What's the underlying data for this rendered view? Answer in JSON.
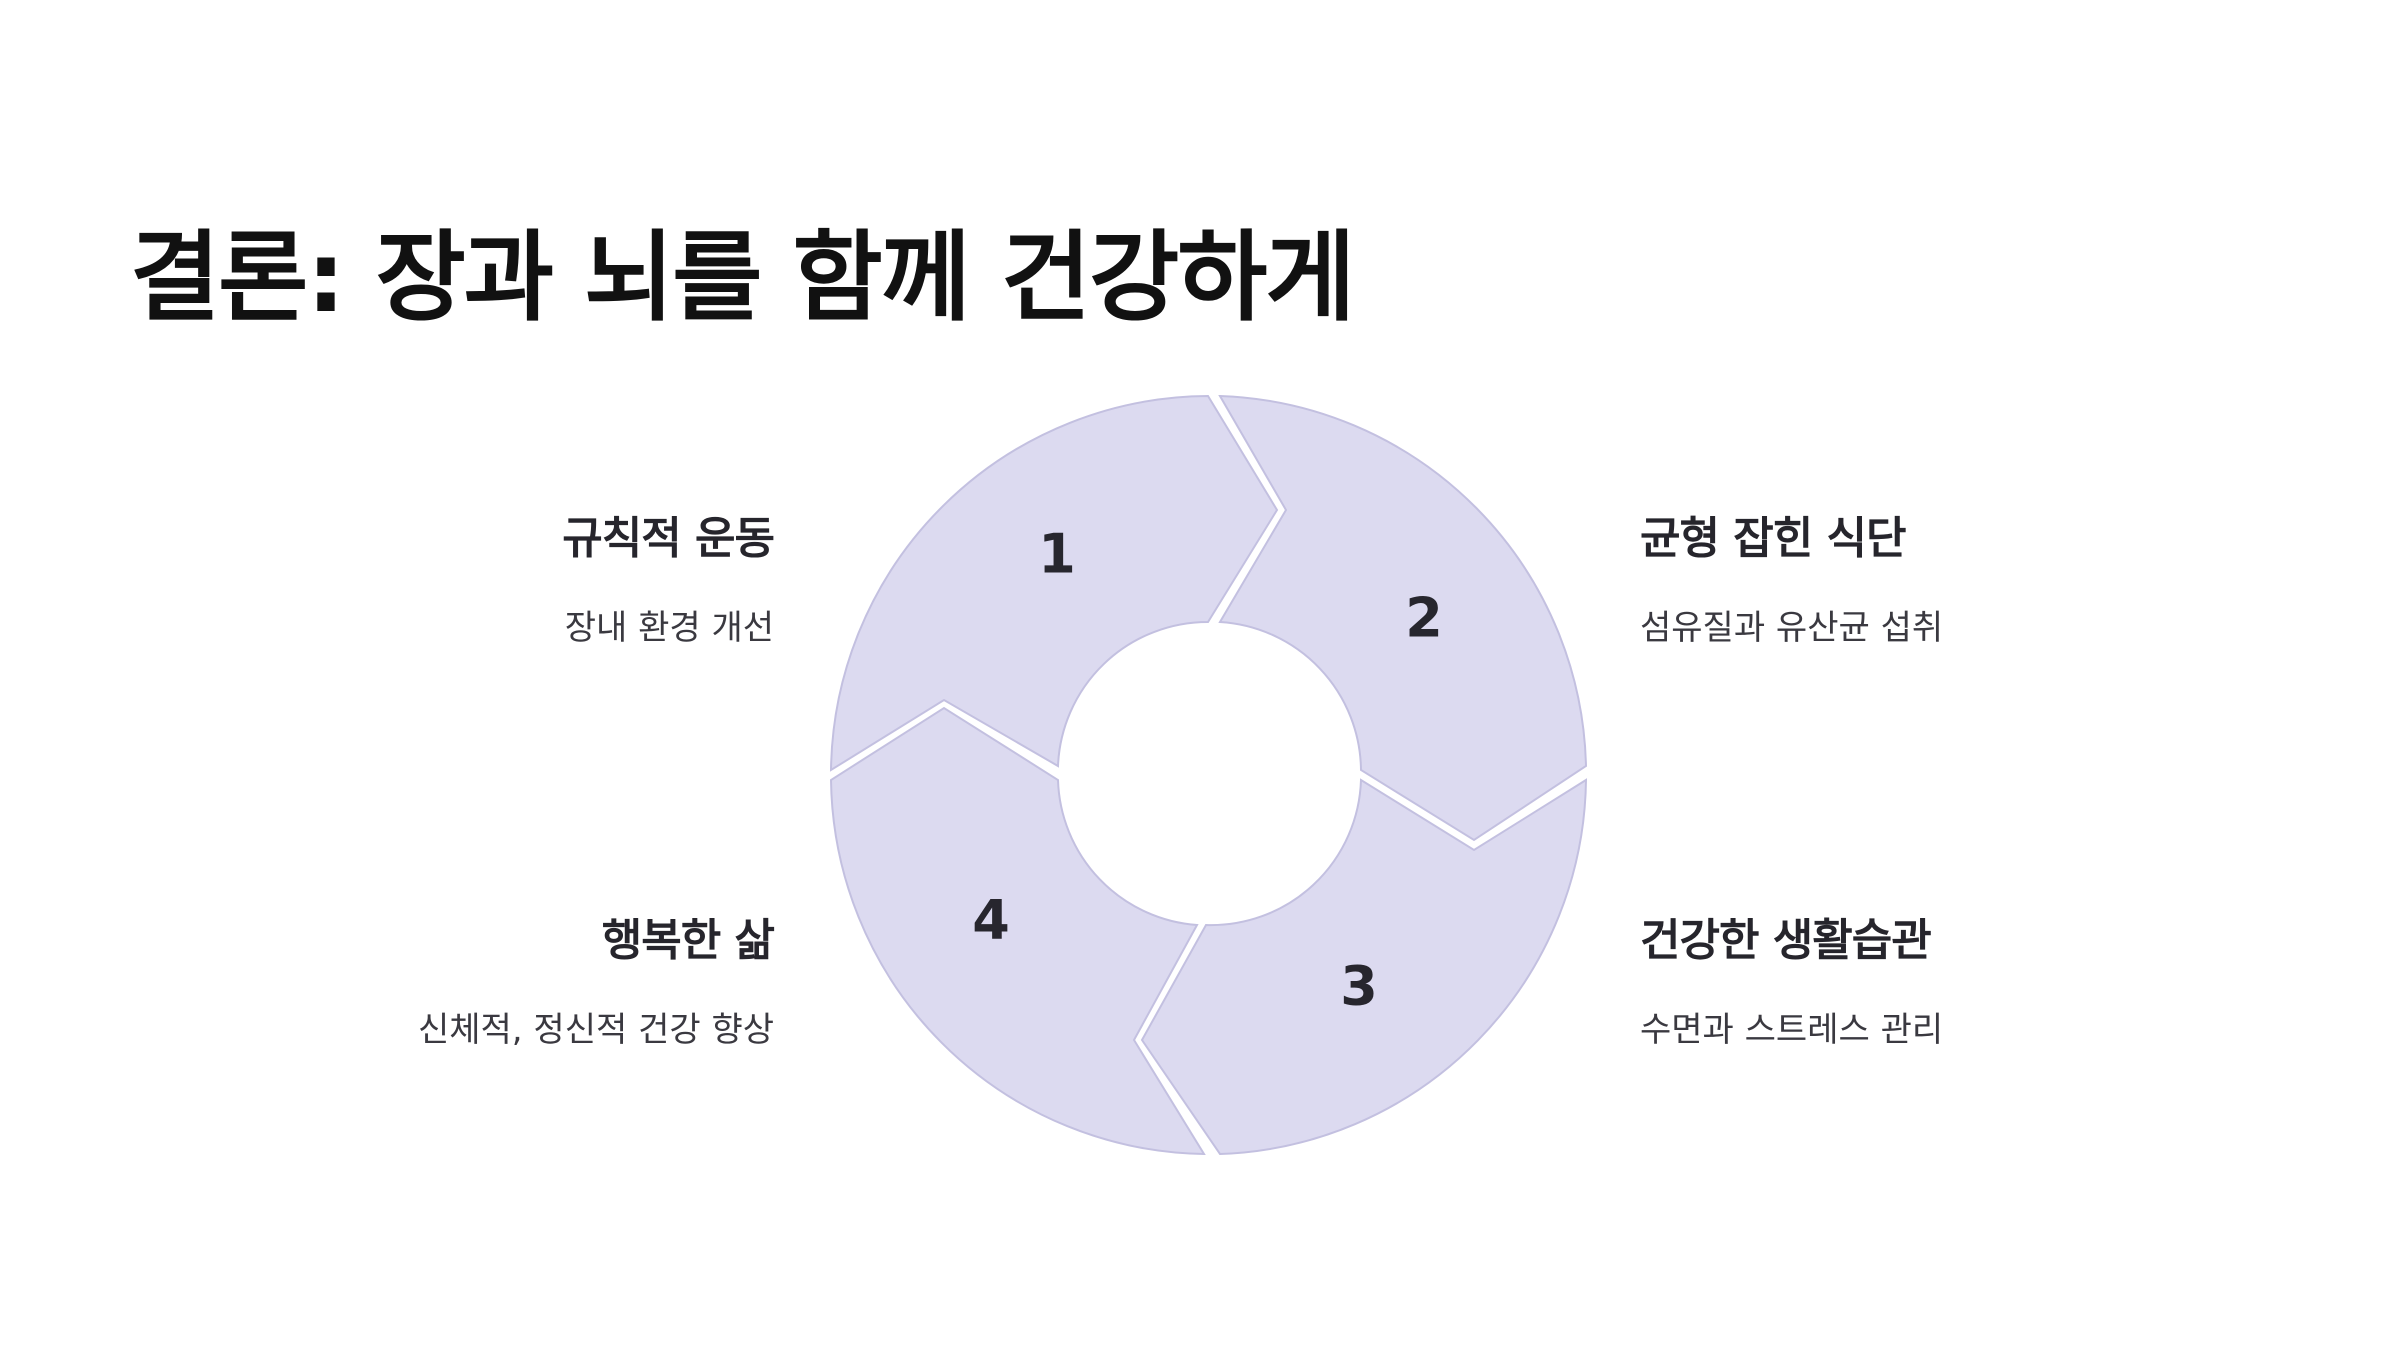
{
  "title": "결론: 장과 뇌를 함께 건강하게",
  "colors": {
    "segment_fill": "#dcdaf0",
    "segment_stroke": "#c3c0e0",
    "text_dark": "#26252c"
  },
  "cycle": [
    {
      "number": "1",
      "heading": "규칙적 운동",
      "description": "장내 환경 개선"
    },
    {
      "number": "2",
      "heading": "균형 잡힌 식단",
      "description": "섬유질과 유산균 섭취"
    },
    {
      "number": "3",
      "heading": "건강한 생활습관",
      "description": "수면과 스트레스 관리"
    },
    {
      "number": "4",
      "heading": "행복한 삶",
      "description": "신체적, 정신적 건강 향상"
    }
  ]
}
